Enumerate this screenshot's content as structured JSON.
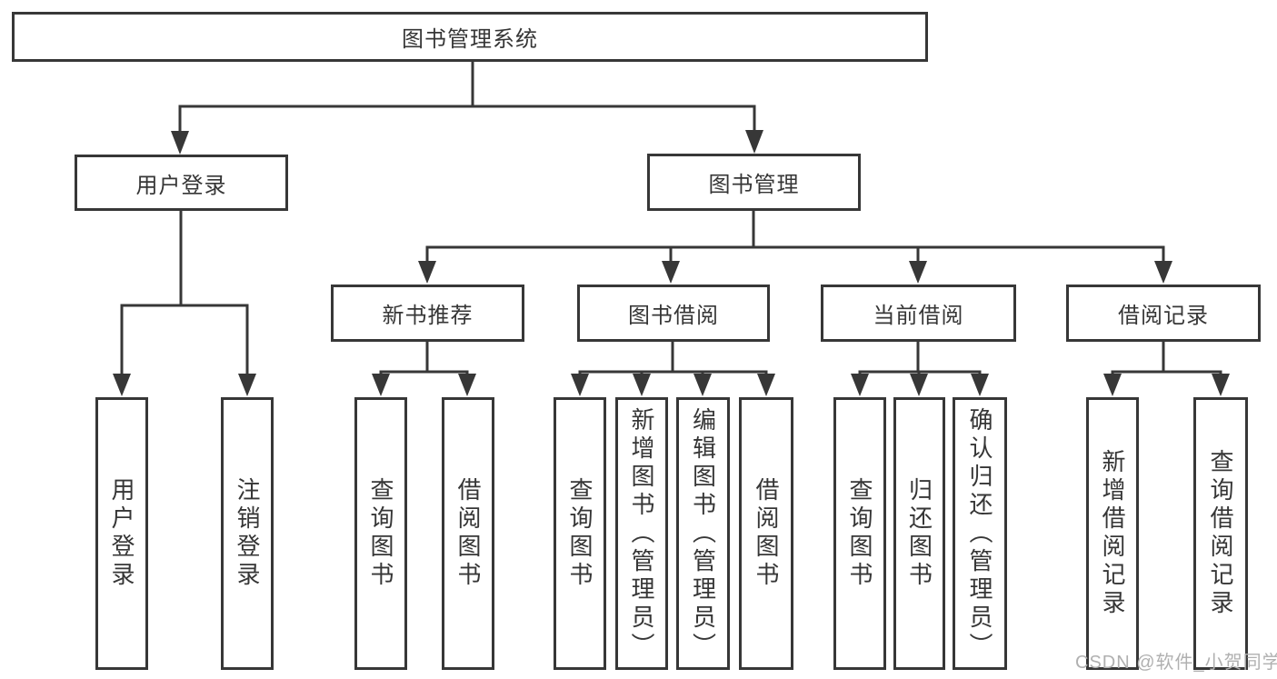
{
  "diagram": {
    "title": "图书管理系统",
    "root": {
      "label": "图书管理系统"
    },
    "level2": [
      {
        "label": "用户登录"
      },
      {
        "label": "图书管理"
      }
    ],
    "level3": [
      {
        "label": "新书推荐"
      },
      {
        "label": "图书借阅"
      },
      {
        "label": "当前借阅"
      },
      {
        "label": "借阅记录"
      }
    ],
    "leaves": [
      {
        "label": "用户登录",
        "parent": "用户登录"
      },
      {
        "label": "注销登录",
        "parent": "用户登录"
      },
      {
        "label": "查询图书",
        "parent": "新书推荐"
      },
      {
        "label": "借阅图书",
        "parent": "新书推荐"
      },
      {
        "label": "查询图书",
        "parent": "图书借阅"
      },
      {
        "label": "新增图书（管理员）",
        "parent": "图书借阅"
      },
      {
        "label": "编辑图书（管理员）",
        "parent": "图书借阅"
      },
      {
        "label": "借阅图书",
        "parent": "图书借阅"
      },
      {
        "label": "查询图书",
        "parent": "当前借阅"
      },
      {
        "label": "归还图书",
        "parent": "当前借阅"
      },
      {
        "label": "确认归还（管理员）",
        "parent": "当前借阅"
      },
      {
        "label": "新增借阅记录",
        "parent": "借阅记录"
      },
      {
        "label": "查询借阅记录",
        "parent": "借阅记录"
      }
    ]
  },
  "watermark": "CSDN @软件_小贺同学",
  "colors": {
    "line": "#373737",
    "box_border": "#373737",
    "text": "#363636",
    "watermark": "#b0b0b0",
    "background": "#ffffff"
  }
}
